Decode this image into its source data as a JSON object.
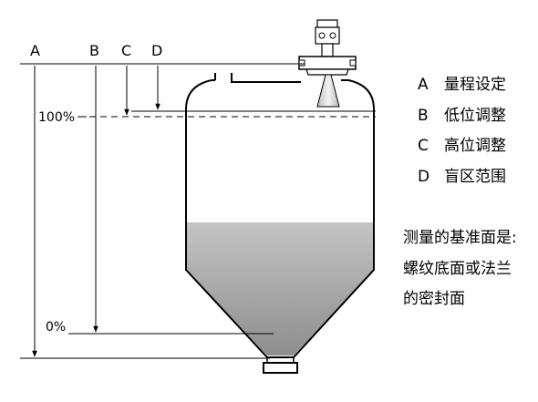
{
  "letters": {
    "a": "A",
    "b": "B",
    "c": "C",
    "d": "D"
  },
  "levels": {
    "full": "100%",
    "empty": "0%"
  },
  "legend": [
    {
      "key": "A",
      "text": "量程设定"
    },
    {
      "key": "B",
      "text": "低位调整"
    },
    {
      "key": "C",
      "text": "高位调整"
    },
    {
      "key": "D",
      "text": "盲区范围"
    }
  ],
  "note": [
    "测量的基准面是:",
    "螺纹底面或法兰",
    "的密封面"
  ],
  "colors": {
    "line": "#000000",
    "liquid_top": "#bdbdbd",
    "liquid_bottom": "#8e8e8e"
  }
}
